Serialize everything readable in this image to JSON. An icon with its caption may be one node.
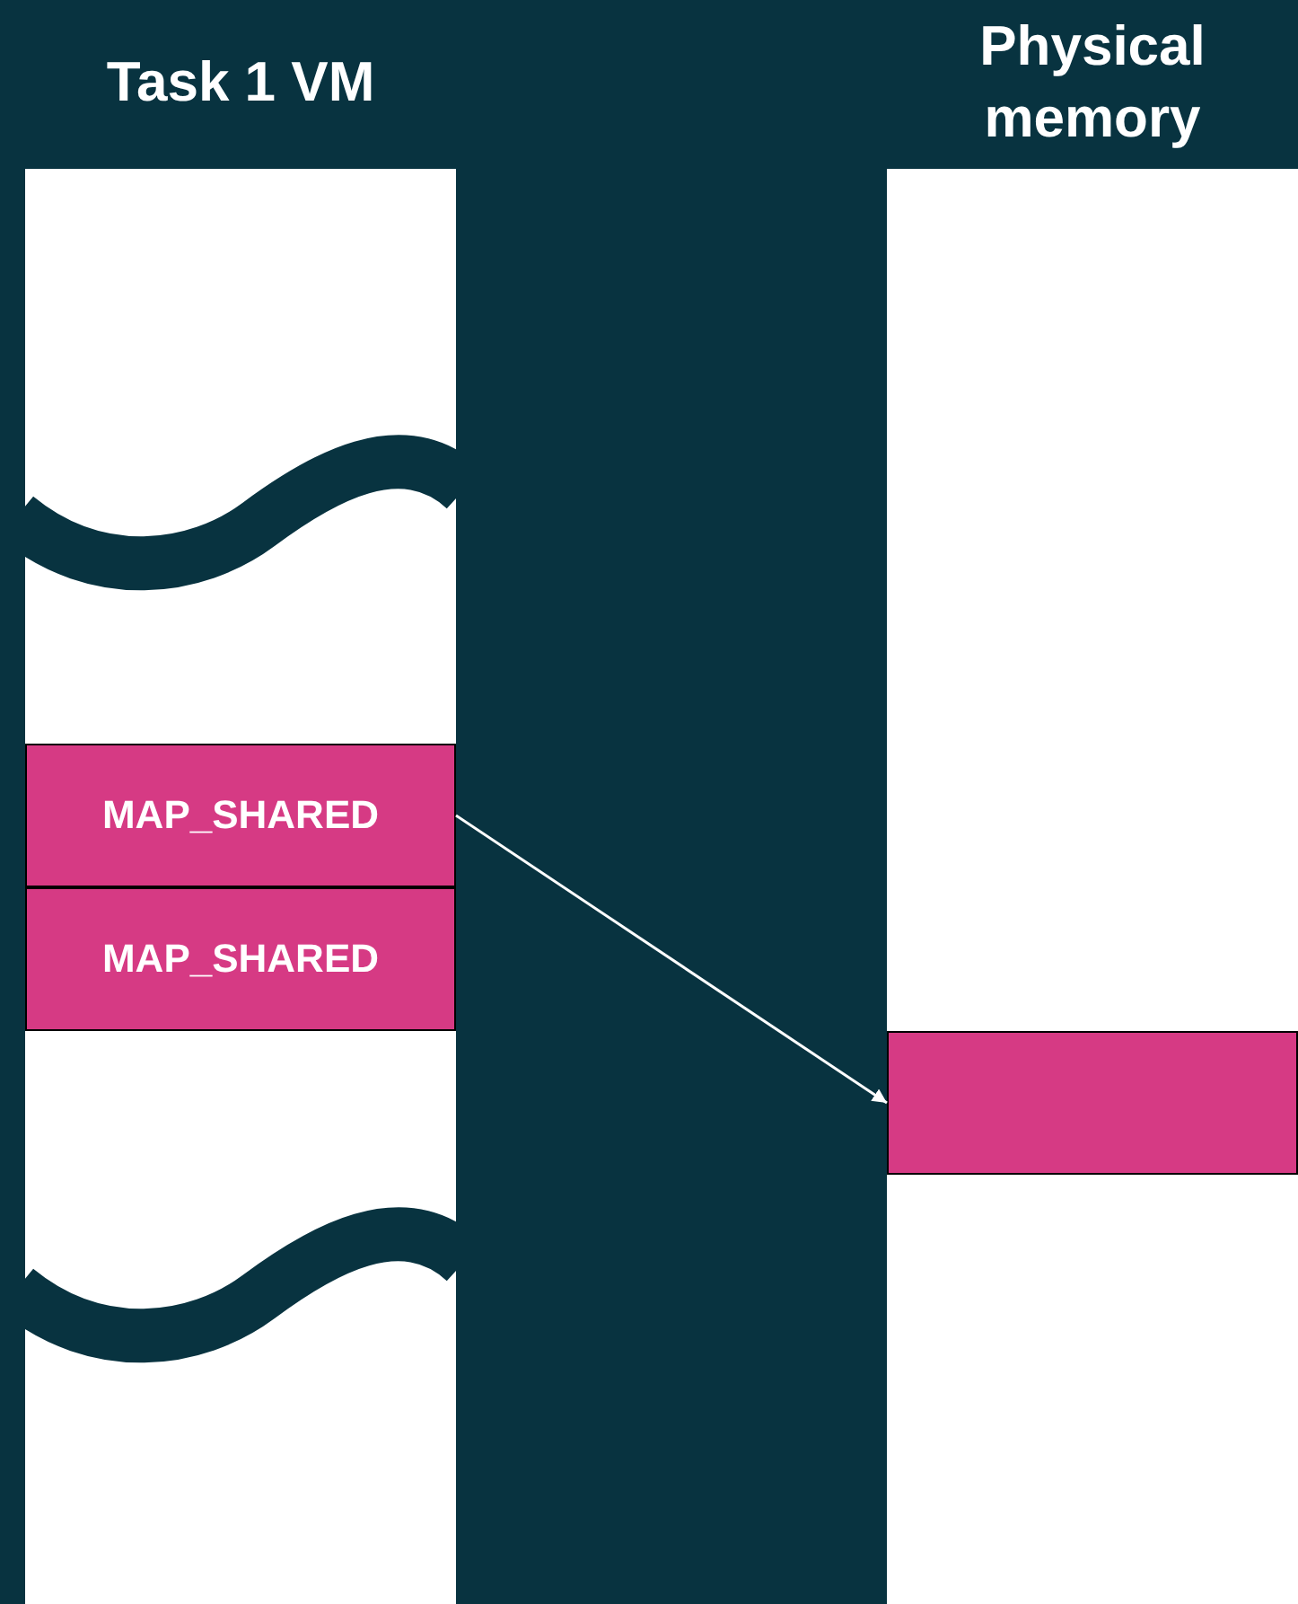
{
  "diagram": {
    "nodes": [
      {
        "text": [
          "Task 1 VM"
        ]
      },
      {
        "text": [
          "Physical memory"
        ]
      },
      {
        "text": [
          "MAP_SHARED"
        ],
        "in": 0
      },
      {
        "text": [
          "MAP_SHARED"
        ],
        "in": 0
      },
      {
        "text": [],
        "shape": "bar",
        "in": 1
      }
    ],
    "edges": [
      {
        "from": 2,
        "to": 4,
        "arrow": "to"
      }
    ]
  }
}
